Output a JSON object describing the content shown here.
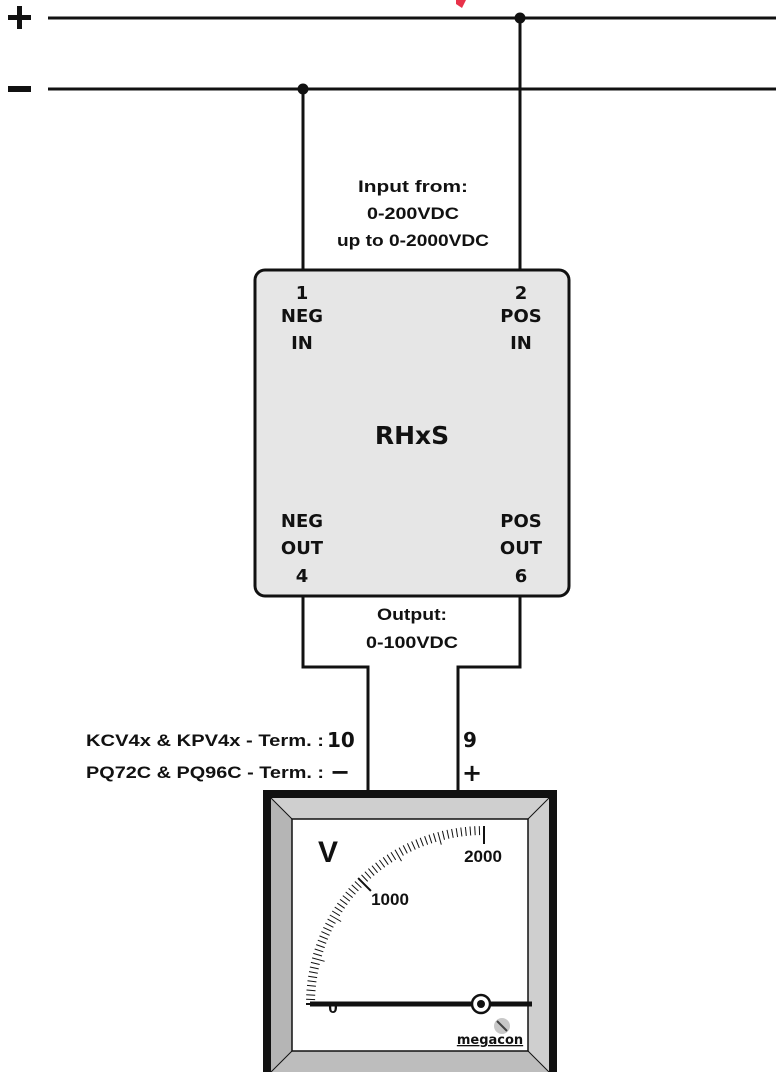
{
  "rails": {
    "positive_symbol": "+",
    "negative_symbol": "−"
  },
  "input_note": {
    "line1": "Input from:",
    "line2": "0-200VDC",
    "line3": "up to 0-2000VDC"
  },
  "module": {
    "name": "RHxS",
    "terminals": {
      "t1": {
        "number": "1",
        "label1": "NEG",
        "label2": "IN"
      },
      "t2": {
        "number": "2",
        "label1": "POS",
        "label2": "IN"
      },
      "t4": {
        "number": "4",
        "label1": "NEG",
        "label2": "OUT"
      },
      "t6": {
        "number": "6",
        "label1": "POS",
        "label2": "OUT"
      }
    }
  },
  "output_note": {
    "line1": "Output:",
    "line2": "0-100VDC"
  },
  "meter_terminals": {
    "row1_label": "KCV4x & KPV4x - Term. :",
    "row1_neg": "10",
    "row1_pos": "9",
    "row2_label": "PQ72C & PQ96C - Term. :",
    "row2_neg": "−",
    "row2_pos": "+"
  },
  "meter": {
    "unit": "V",
    "scale_labels": [
      "0",
      "1000",
      "2000"
    ],
    "brand": "megacon"
  },
  "colors": {
    "wire": "#111111",
    "module_fill": "#e6e6e6",
    "meter_bezel": "#cfcfcf",
    "accent_red": "#e8324a"
  }
}
